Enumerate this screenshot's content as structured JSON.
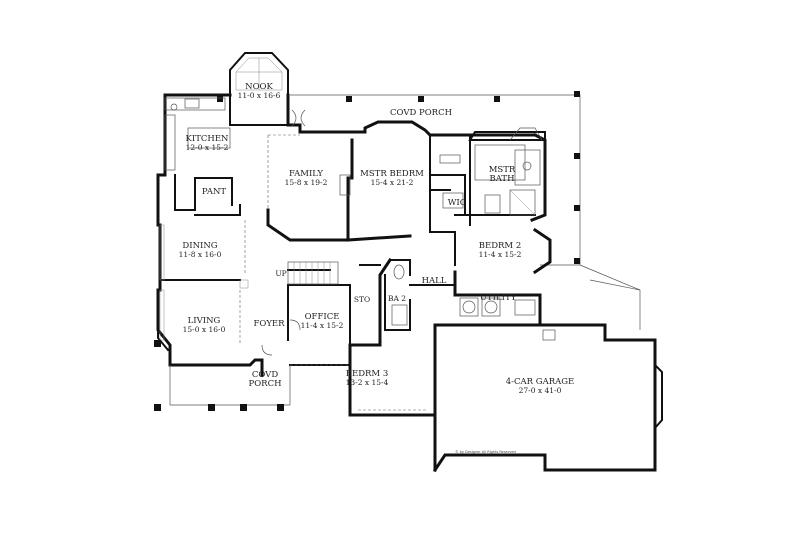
{
  "rooms": {
    "nook": {
      "name": "NOOK",
      "dims": "11-0 x 16-6"
    },
    "kitchen": {
      "name": "KITCHEN",
      "dims": "12-0 x 15-2"
    },
    "pantry": {
      "name": "PANT"
    },
    "family": {
      "name": "FAMILY",
      "dims": "15-8 x 19-2"
    },
    "master_bedroom": {
      "name": "MSTR BEDRM",
      "dims": "15-4 x 21-2"
    },
    "master_bath": {
      "name": "MSTR",
      "name2": "BATH"
    },
    "walk_in_closet": {
      "name": "WIC"
    },
    "dining": {
      "name": "DINING",
      "dims": "11-8 x 16-0"
    },
    "bedroom_2": {
      "name": "BEDRM 2",
      "dims": "11-4 x 15-2"
    },
    "hall": {
      "name": "HALL"
    },
    "up": {
      "name": "UP"
    },
    "storage": {
      "name": "STO"
    },
    "bath_2": {
      "name": "BA 2"
    },
    "utility": {
      "name": "UTILITY"
    },
    "living": {
      "name": "LIVING",
      "dims": "15-0 x 16-0"
    },
    "foyer": {
      "name": "FOYER"
    },
    "office": {
      "name": "OFFICE",
      "dims": "11-4 x 15-2"
    },
    "front_porch": {
      "name": "COVD",
      "name2": "PORCH"
    },
    "bedroom_3": {
      "name": "BEDRM 3",
      "dims": "13-2 x 15-4"
    },
    "garage": {
      "name": "4-CAR GARAGE",
      "dims": "27-0 x 41-0"
    },
    "rear_porch": {
      "name": "COVD PORCH"
    }
  },
  "copyright": "© by Designer All Rights Reserved"
}
